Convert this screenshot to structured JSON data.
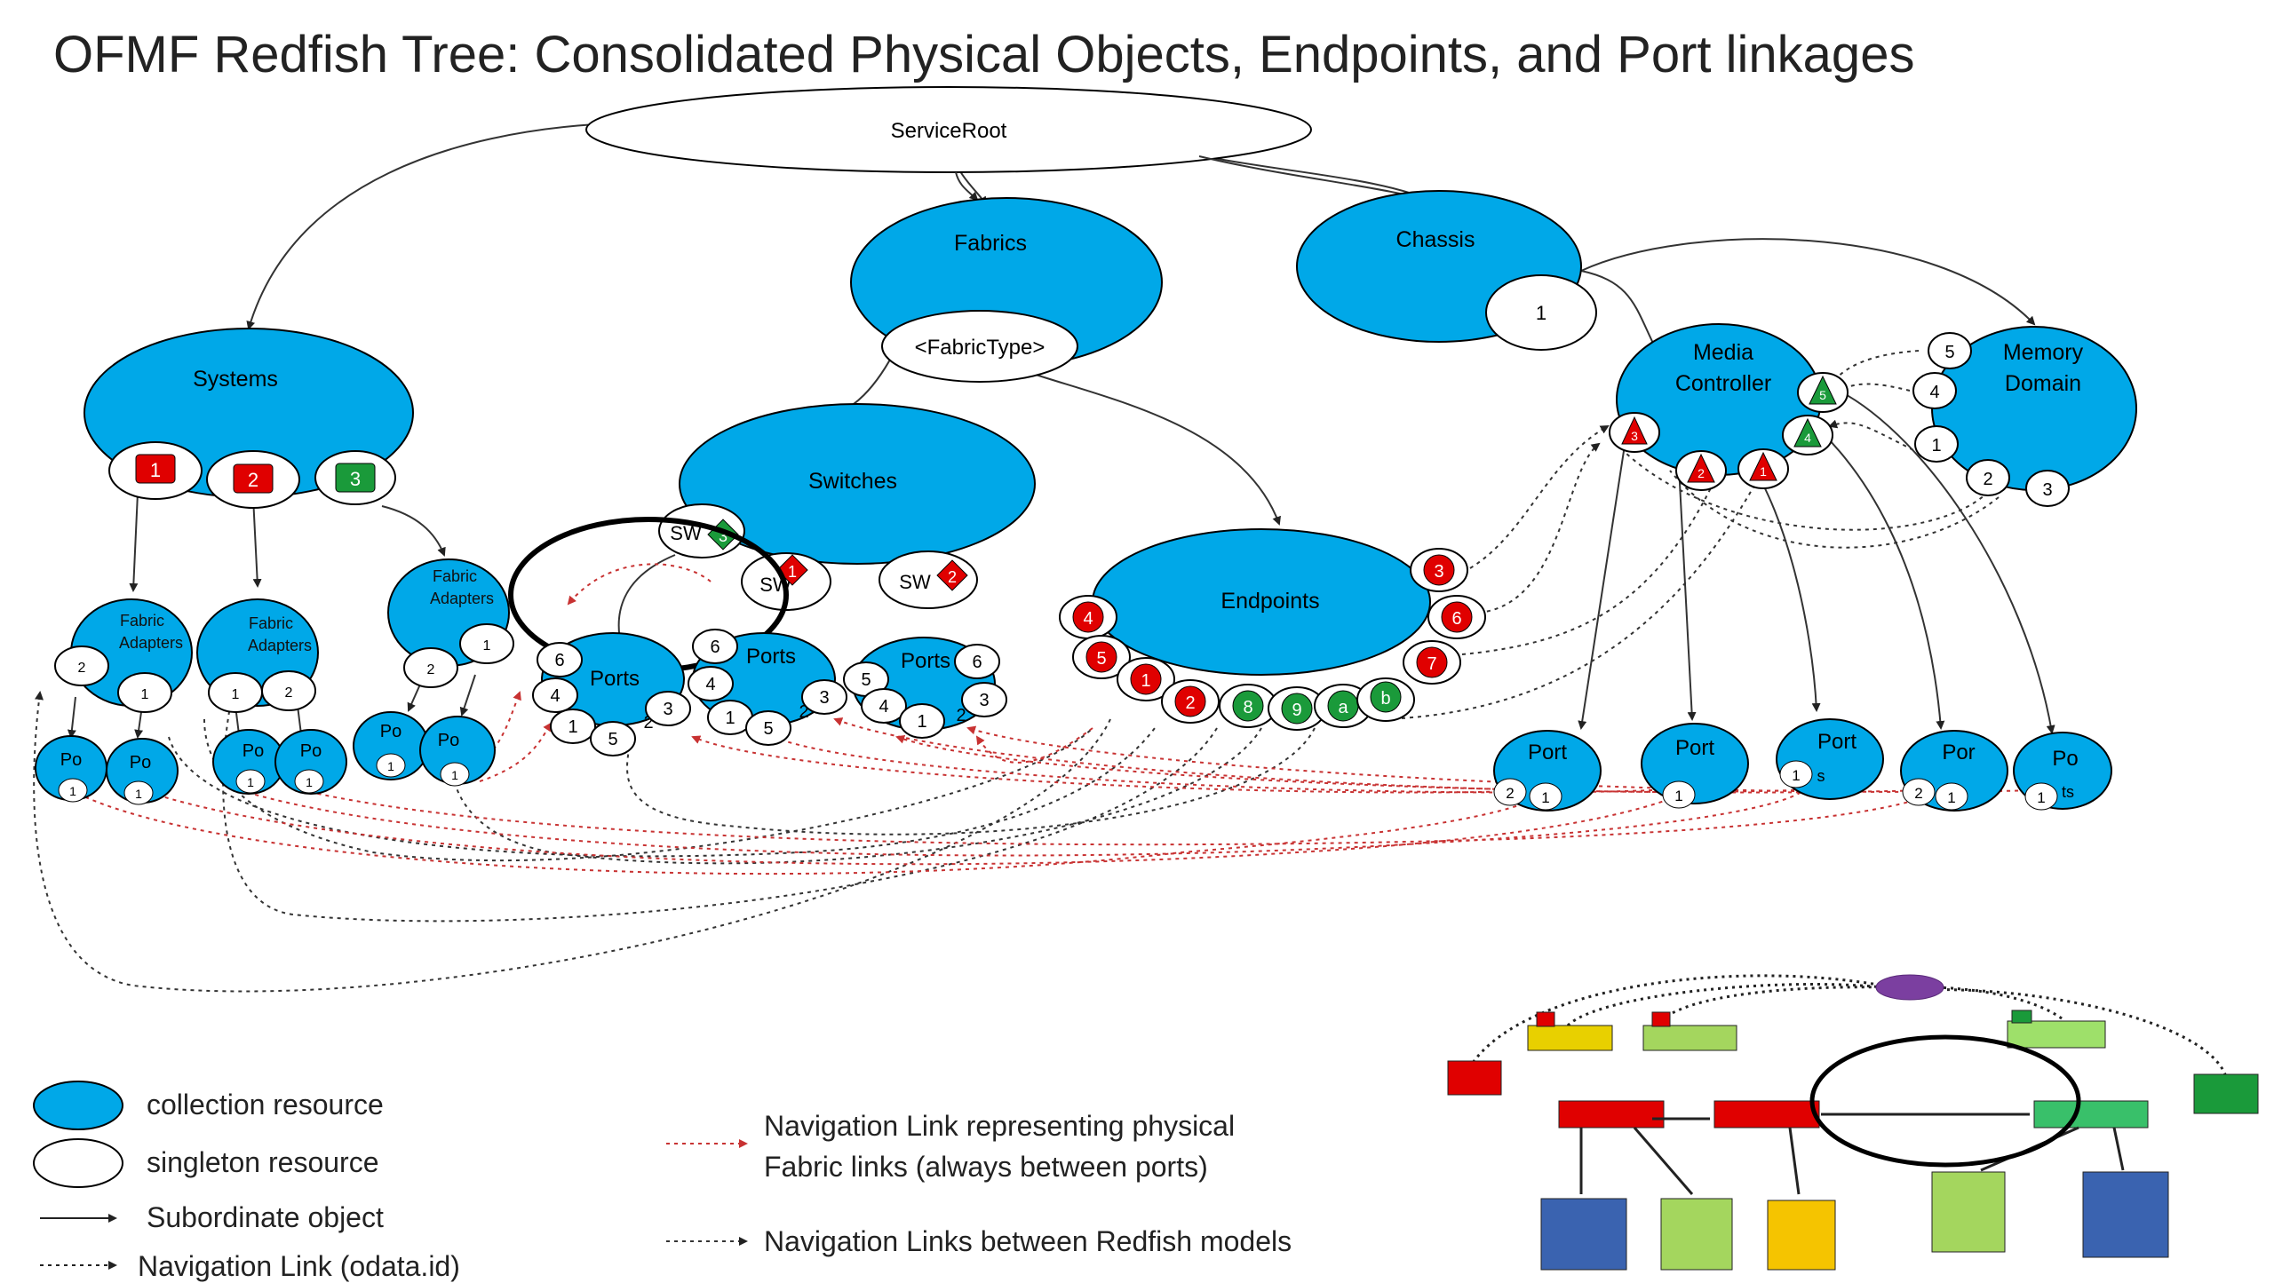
{
  "title": "OFMF Redfish Tree:  Consolidated Physical Objects, Endpoints, and Port linkages",
  "colors": {
    "collection": "#00a8e8",
    "red_badge": "#e00000",
    "green_badge": "#1a9a3a",
    "fabric_link": "#c83232",
    "nav_link": "#333333"
  },
  "nodes": {
    "service_root": "ServiceRoot",
    "fabrics": "Fabrics",
    "fabric_type": "<FabricType>",
    "chassis": "Chassis",
    "chassis_1": "1",
    "systems": "Systems",
    "switches": "Switches",
    "endpoints": "Endpoints",
    "media_controller_1": "Media",
    "media_controller_2": "Controller",
    "memory_domain_1": "Memory",
    "memory_domain_2": "Domain",
    "fabric_adapters_1": "Fabric",
    "fabric_adapters_2": "Adapters",
    "ports": "Ports",
    "port": "Port",
    "por": "Por",
    "po": "Po",
    "sw": "SW",
    "s": "s",
    "ts": "ts"
  },
  "badges": {
    "n1": "1",
    "n2": "2",
    "n3": "3",
    "n4": "4",
    "n5": "5",
    "n6": "6",
    "n7": "7",
    "n8": "8",
    "n9": "9",
    "a": "a",
    "b": "b"
  },
  "legend": {
    "collection": "collection resource",
    "singleton": "singleton resource",
    "subordinate": "Subordinate object",
    "navigation": "Navigation Link (odata.id)",
    "physical_1": "Navigation Link representing physical",
    "physical_2": "Fabric links (always between ports)",
    "models": "Navigation Links between Redfish models"
  }
}
